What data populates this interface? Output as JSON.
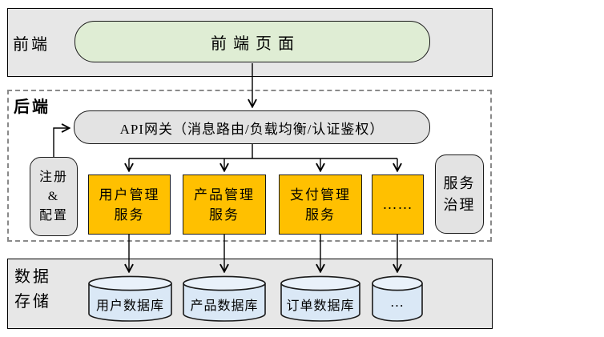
{
  "frontend": {
    "section_label": "前端",
    "page_box": "前端页面"
  },
  "backend": {
    "section_label": "后端",
    "api_gateway": "API网关（消息路由/负载均衡/认证鉴权）",
    "register_config": {
      "line1": "注册",
      "line2": "&",
      "line3": "配置"
    },
    "services": [
      {
        "line1": "用户管理",
        "line2": "服务"
      },
      {
        "line1": "产品管理",
        "line2": "服务"
      },
      {
        "line1": "支付管理",
        "line2": "服务"
      },
      {
        "line1": "……"
      }
    ],
    "governance": {
      "line1": "服务",
      "line2": "治理"
    }
  },
  "storage": {
    "section_label": "数据\n存储",
    "databases": [
      {
        "label": "用户数据库"
      },
      {
        "label": "产品数据库"
      },
      {
        "label": "订单数据库"
      },
      {
        "label": "…"
      }
    ]
  },
  "colors": {
    "section_bg": "#E7E7E7",
    "gray_box": "#E3E3E3",
    "green": "#DFEDD4",
    "orange": "#FFC000",
    "cylinder_body": "#DAE8F6",
    "cylinder_top": "#E9F1FA",
    "dash": "#8A8A8A",
    "line": "#000000"
  }
}
